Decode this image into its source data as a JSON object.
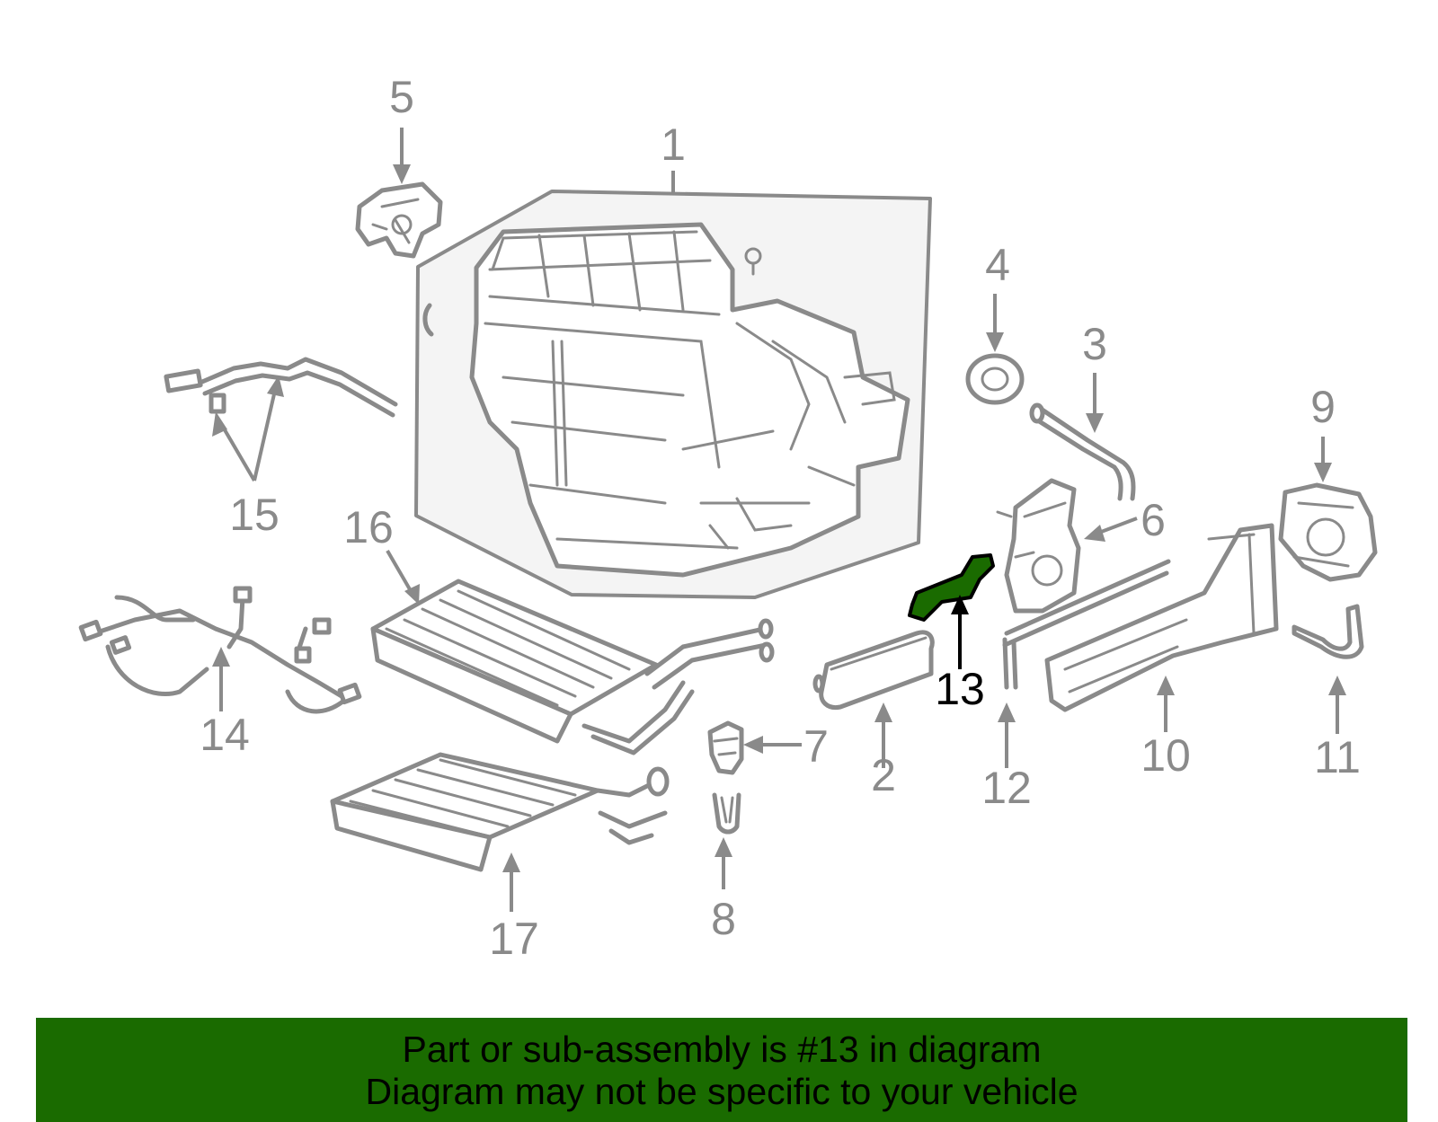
{
  "diagram": {
    "callouts": {
      "c1": "1",
      "c2": "2",
      "c3": "3",
      "c4": "4",
      "c5": "5",
      "c6": "6",
      "c7": "7",
      "c8": "8",
      "c9": "9",
      "c10": "10",
      "c11": "11",
      "c12": "12",
      "c13": "13",
      "c14": "14",
      "c15": "15",
      "c16": "16",
      "c17": "17"
    },
    "highlighted_part": "13",
    "colors": {
      "line_art": "#8a8a8a",
      "highlight": "#1a6b00",
      "banner_background": "#1a6b00",
      "banner_text": "#000000"
    }
  },
  "banner": {
    "line1": "Part or sub-assembly is #13 in diagram",
    "line2": "Diagram may not be specific to your vehicle"
  }
}
